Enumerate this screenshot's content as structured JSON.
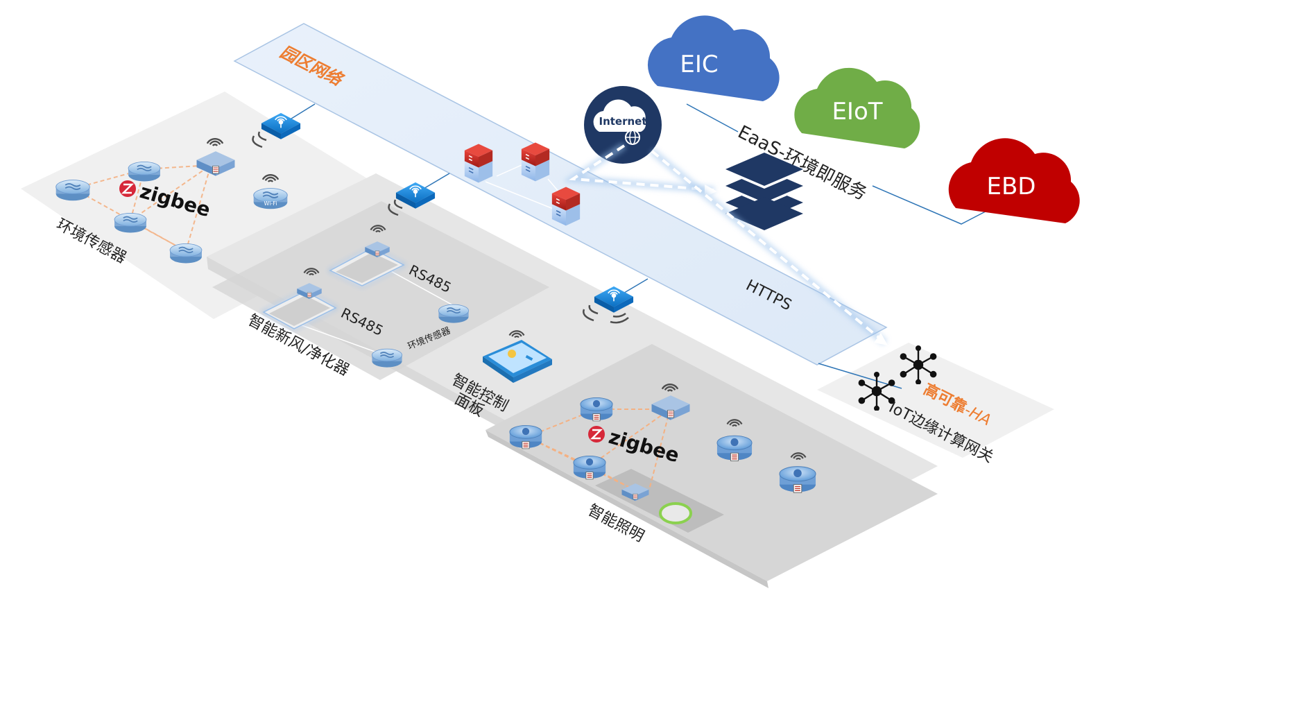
{
  "network": {
    "campus_label": "园区网络",
    "internet_label": "Internet",
    "https_label": "HTTPS"
  },
  "cloud": {
    "eaas_label": "EaaS-环境即服务",
    "services": [
      {
        "name": "EIC",
        "color": "#4472c4"
      },
      {
        "name": "EIoT",
        "color": "#70ad47"
      },
      {
        "name": "EBD",
        "color": "#c00000"
      }
    ]
  },
  "zones": {
    "env_sensor": "环境传感器",
    "fresh_air": "智能新风/净化器",
    "control_panel": "智能控制面板",
    "lighting": "智能照明",
    "edge_gateway": "IoT边缘计算网关"
  },
  "labels": {
    "zigbee": "zigbee",
    "wifi": "Wi-Fi",
    "rs485": "RS485",
    "small_env_sensor": "环境传感器",
    "panel_line1": "智能控制",
    "panel_line2": "面板",
    "ha_main": "高可靠",
    "ha_suffix": "-HA"
  },
  "colors": {
    "accent_orange": "#ed7d31",
    "dark_navy": "#1f3864",
    "link_blue": "#2e75b6",
    "zigbee_red": "#d62839"
  }
}
